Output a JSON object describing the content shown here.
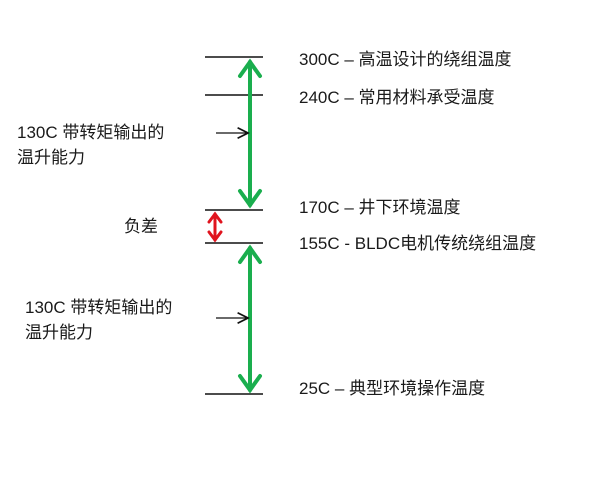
{
  "levels": [
    {
      "label": "300C – 高温设计的绕组温度"
    },
    {
      "label": "240C – 常用材料承受温度"
    },
    {
      "label": "170C – 井下环境温度"
    },
    {
      "label": "155C  - BLDC电机传统绕组温度"
    },
    {
      "label": "25C – 典型环境操作温度"
    }
  ],
  "upper_note": {
    "line1": "130C 带转矩输出的",
    "line2": "温升能力"
  },
  "lower_note": {
    "line1": "130C 带转矩输出的",
    "line2": "温升能力"
  },
  "gap_label": "负差",
  "colors": {
    "green": "#1aae4e",
    "red": "#e0141e",
    "line": "#111111"
  }
}
